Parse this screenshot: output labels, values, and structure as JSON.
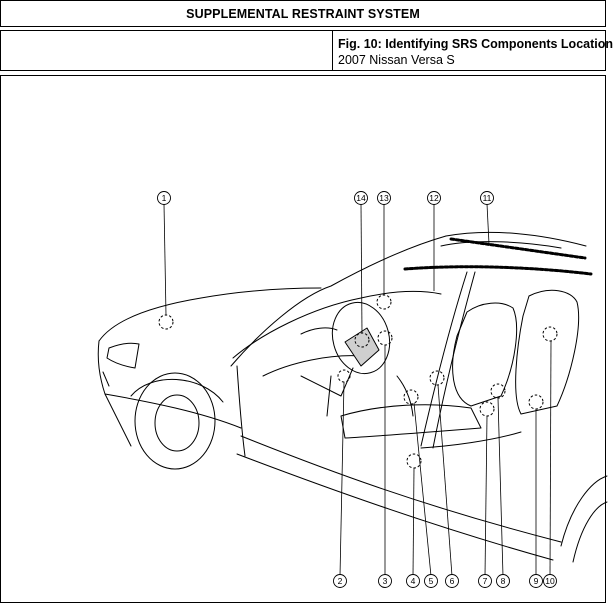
{
  "header": {
    "title": "SUPPLEMENTAL RESTRAINT SYSTEM",
    "figure_caption": "Fig. 10: Identifying SRS Components Location",
    "vehicle": "2007 Nissan Versa S"
  },
  "diagram": {
    "callouts": [
      {
        "number": "1"
      },
      {
        "number": "2"
      },
      {
        "number": "3"
      },
      {
        "number": "4"
      },
      {
        "number": "5"
      },
      {
        "number": "6"
      },
      {
        "number": "7"
      },
      {
        "number": "8"
      },
      {
        "number": "9"
      },
      {
        "number": "10"
      },
      {
        "number": "11"
      },
      {
        "number": "12"
      },
      {
        "number": "13"
      },
      {
        "number": "14"
      }
    ]
  }
}
